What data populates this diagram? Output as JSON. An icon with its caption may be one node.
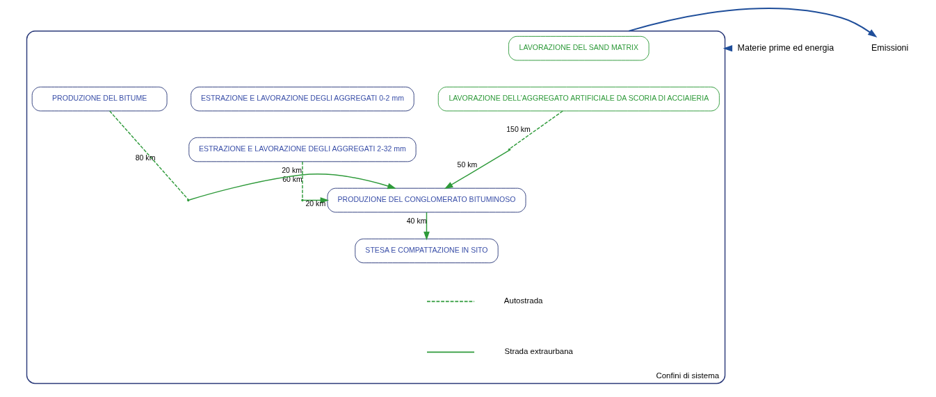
{
  "diagram": {
    "nodes": [
      {
        "text": [
          "Confini di sistema"
        ]
      },
      {
        "text": [
          "LAVORAZIONE DEL SAND MATRIX"
        ],
        "in": 0
      },
      {
        "text": [
          "ESTRAZIONE E LAVORAZIONE DEGLI AGGREGATI 0-2 mm"
        ],
        "in": 0
      },
      {
        "text": [
          "LAVORAZIONE DELL’AGGREGATO ARTIFICIALE DA SCORIA DI ACCIAIERIA"
        ],
        "in": 0
      },
      {
        "text": [
          "PRODUZIONE DEL BITUME"
        ],
        "in": 0
      },
      {
        "text": [
          "ESTRAZIONE E LAVORAZIONE DEGLI AGGREGATI 2-32 mm"
        ],
        "in": 0
      },
      {
        "text": [
          "PRODUZIONE DEL CONGLOMERATO BITUMINOSO"
        ],
        "in": 0
      },
      {
        "text": [
          "STESA E COMPATTAZIONE IN SITO"
        ],
        "in": 0
      },
      {
        "text": [
          "Materie prime ed energia"
        ]
      },
      {
        "text": [
          "Emissioni"
        ]
      },
      {
        "text": [],
        "shape": "point",
        "in": 0
      },
      {
        "text": [],
        "shape": "point",
        "in": 0
      },
      {
        "text": [],
        "shape": "point",
        "in": 0
      }
    ],
    "edges": [
      {
        "from": 5,
        "to": 10,
        "arrow": "none",
        "label": "60 km",
        "style": "dashed"
      },
      {
        "from": 10,
        "to": 6,
        "arrow": "to",
        "label": "20 km"
      },
      {
        "from": 3,
        "to": 11,
        "arrow": "none",
        "label": "150 km",
        "style": "dashed"
      },
      {
        "from": 11,
        "to": 6,
        "arrow": "to",
        "label": "50 km"
      },
      {
        "from": 4,
        "to": 12,
        "arrow": "none",
        "label": "80 km",
        "style": "dashed"
      },
      {
        "from": 12,
        "to": 6,
        "arrow": "to",
        "label": "20 km"
      },
      {
        "from": 6,
        "to": 7,
        "arrow": "to",
        "label": "40 km"
      },
      {
        "from": 8,
        "to": 0,
        "arrow": "to",
        "color": "#1f4e9a"
      },
      {
        "from": 0,
        "to": 9,
        "arrow": "to",
        "color": "#1f4e9a"
      }
    ],
    "legend": [
      {
        "text": "Autostrada"
      },
      {
        "text": "Strada extraurbana"
      }
    ]
  }
}
